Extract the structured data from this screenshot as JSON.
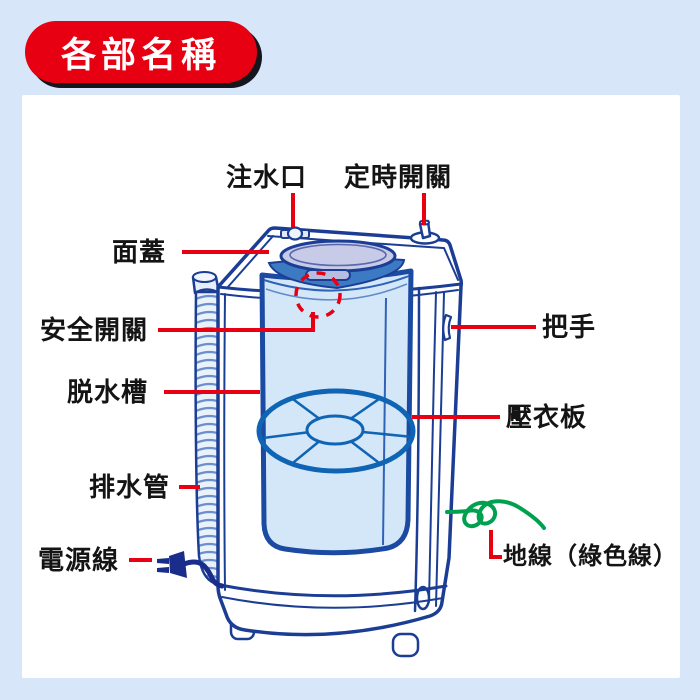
{
  "title": {
    "text": "各部名稱"
  },
  "labels": {
    "water_inlet": "注水口",
    "timer_switch": "定時開關",
    "lid": "面蓋",
    "safety_switch": "安全開關",
    "spin_tub": "脱水槽",
    "drain_hose": "排水管",
    "power_cord": "電源線",
    "handle": "把手",
    "press_plate": "壓衣板",
    "ground_wire": "地線（綠色線）"
  },
  "colors": {
    "bg": "#d7e6f8",
    "panel": "#ffffff",
    "red": "#e60012",
    "green": "#00a14e",
    "outline": "#1b3e94",
    "window": "#d4e7f9",
    "window_border": "#1b4aa2",
    "lid": "#c7cbe7",
    "opening": "#3d7ac4",
    "plate": "#0f64b4",
    "plug": "#1b2d8a"
  }
}
